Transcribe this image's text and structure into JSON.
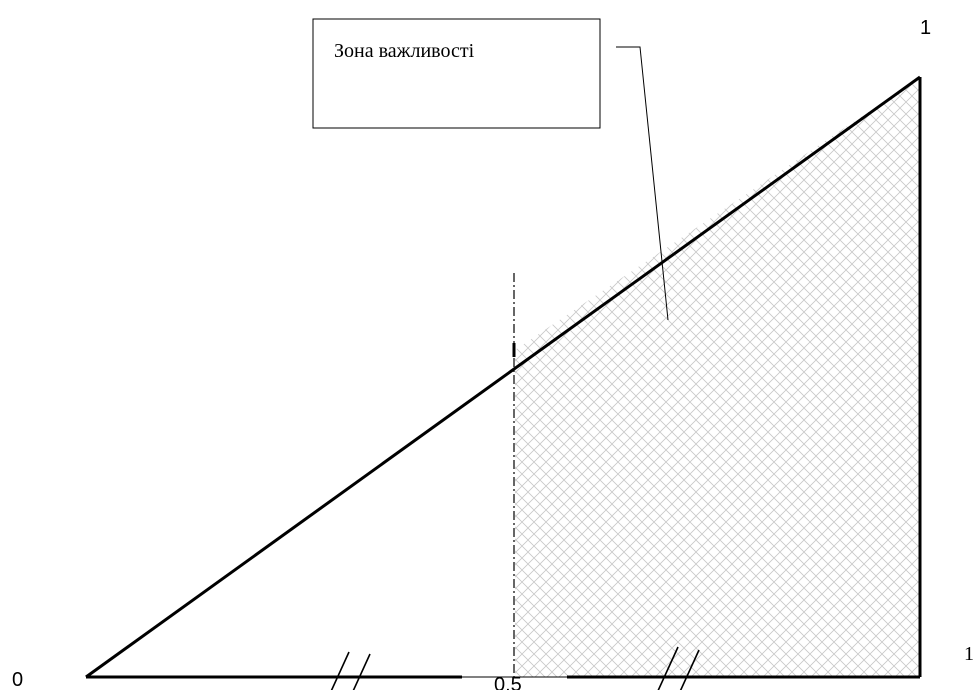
{
  "zone_label": "Зона важливості",
  "labels": {
    "origin": "0",
    "top_right": "1",
    "bottom_right": "1",
    "midpoint": "0,5"
  },
  "colors": {
    "line": "#000000",
    "hatch": "#c8c8c8",
    "background": "#ffffff"
  }
}
